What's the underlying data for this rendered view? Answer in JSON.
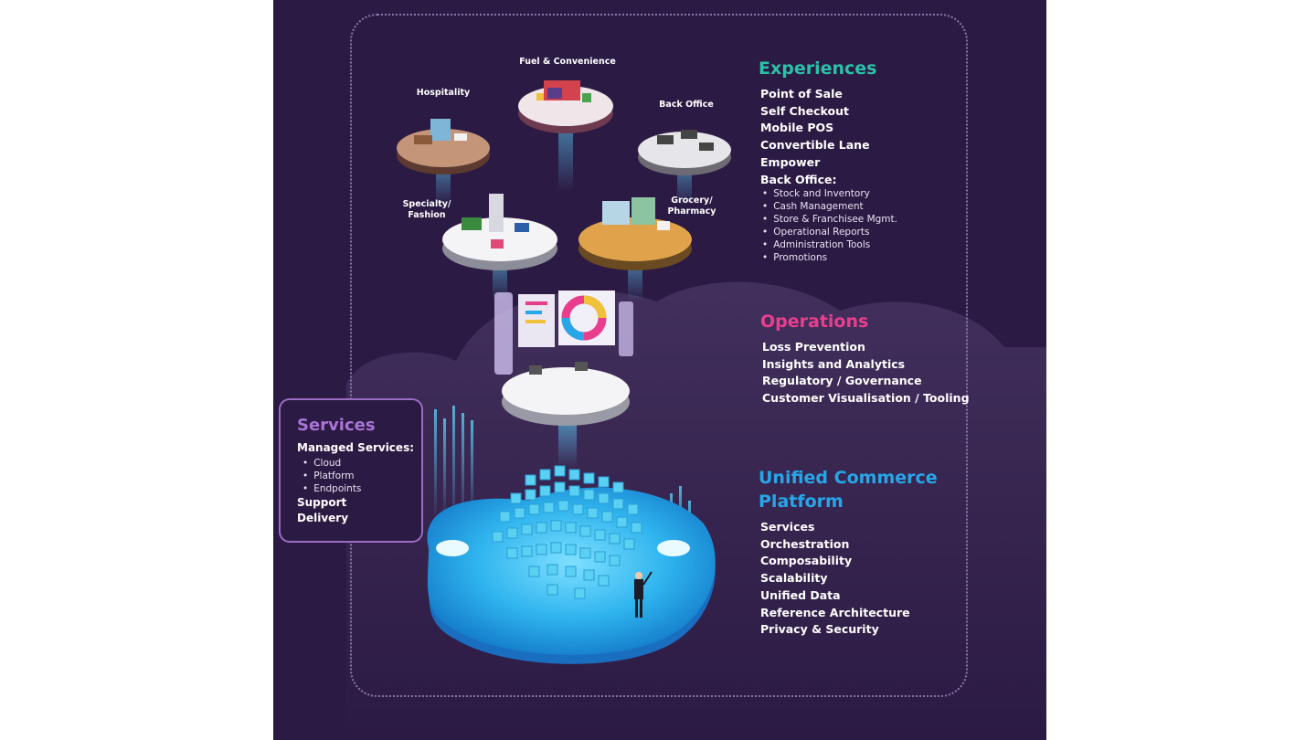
{
  "colors": {
    "background": "#2b1a43",
    "frame": "#8c77ad",
    "experiences": "#2bc1a8",
    "operations": "#e93e8e",
    "platform": "#27a6e8",
    "services": "#a874d6",
    "platform_base": "#2fb4ee"
  },
  "experiences": {
    "title": "Experiences",
    "items": [
      "Point of Sale",
      "Self Checkout",
      "Mobile POS",
      "Convertible Lane",
      "Empower"
    ],
    "back_office_label": "Back Office:",
    "back_office_items": [
      "Stock and Inventory",
      "Cash Management",
      "Store & Franchisee Mgmt.",
      "Operational Reports",
      "Administration Tools",
      "Promotions"
    ]
  },
  "operations": {
    "title": "Operations",
    "items": [
      "Loss Prevention",
      "Insights and Analytics",
      "Regulatory / Governance",
      "Customer Visualisation / Tooling"
    ]
  },
  "platform": {
    "title_line1": "Unified Commerce",
    "title_line2": "Platform",
    "items": [
      "Services",
      "Orchestration",
      "Composability",
      "Scalability",
      "Unified Data",
      "Reference Architecture",
      "Privacy & Security"
    ]
  },
  "services": {
    "title": "Services",
    "managed_label": "Managed Services:",
    "managed_items": [
      "Cloud",
      "Platform",
      "Endpoints"
    ],
    "items": [
      "Support",
      "Delivery"
    ]
  },
  "platforms": {
    "fuel": "Fuel & Convenience",
    "hospitality": "Hospitality",
    "back_office": "Back Office",
    "specialty_line1": "Specialty/",
    "specialty_line2": "Fashion",
    "grocery_line1": "Grocery/",
    "grocery_line2": "Pharmacy"
  }
}
